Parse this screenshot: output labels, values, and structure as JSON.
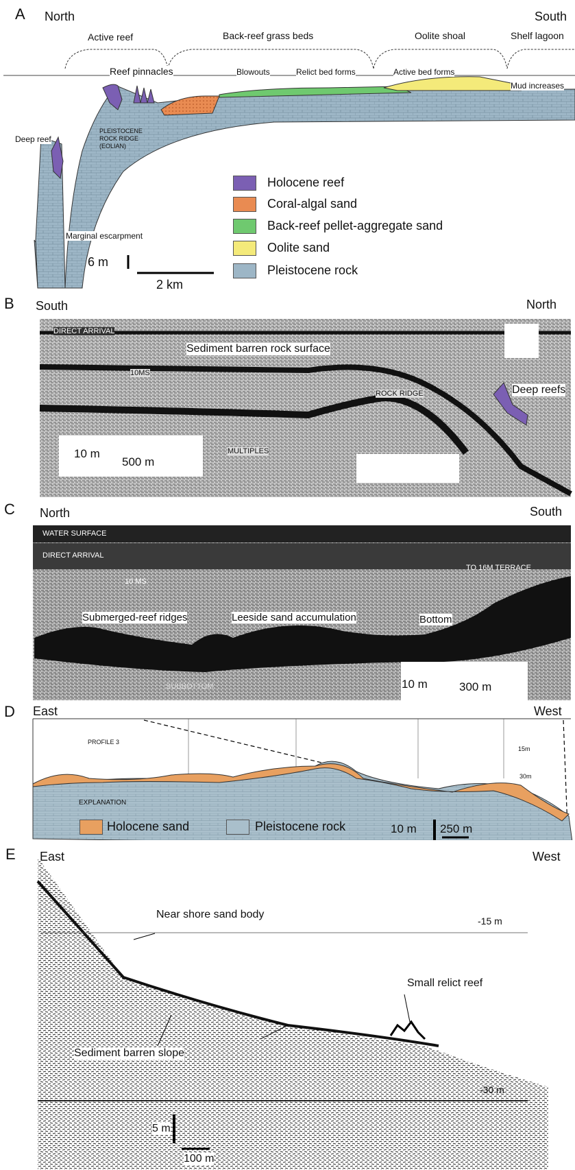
{
  "panelA": {
    "label": "A",
    "north": "North",
    "south": "South",
    "zones": [
      "Active reef",
      "Back-reef grass beds",
      "Oolite shoal",
      "Shelf lagoon"
    ],
    "features": {
      "reef_pinnacles": "Reef pinnacles",
      "blowouts": "Blowouts",
      "relict": "Relict bed forms",
      "active": "Active bed forms",
      "mud": "Mud increases",
      "deep_reef": "Deep reef",
      "ridge": "PLEISTOCENE ROCK RIDGE (EOLIAN)",
      "escarpment": "Marginal escarpment"
    },
    "legend": [
      {
        "label": "Holocene reef",
        "color": "#7b5fb3"
      },
      {
        "label": "Coral-algal sand",
        "color": "#e98b52"
      },
      {
        "label": "Back-reef pellet-aggregate sand",
        "color": "#6fc96f"
      },
      {
        "label": "Oolite sand",
        "color": "#f4ea7a"
      },
      {
        "label": "Pleistocene rock",
        "color": "#9db6c6"
      }
    ],
    "scale_v": "6 m",
    "scale_h": "2 km"
  },
  "panelB": {
    "label": "B",
    "left": "South",
    "right": "North",
    "direct": "DIRECT ARRIVAL",
    "barren": "Sediment barren rock surface",
    "ms": "10MS",
    "ridge": "ROCK RIDGE",
    "deep": "Deep reefs",
    "multiples": "MULTIPLES",
    "scale_v": "10 m",
    "scale_h": "500 m"
  },
  "panelC": {
    "label": "C",
    "left": "North",
    "right": "South",
    "water": "WATER SURFACE",
    "direct": "DIRECT ARRIVAL",
    "terrace": "TO 16M TERRACE",
    "ms": "10 MS",
    "ridges": "Submerged-reef ridges",
    "leeside": "Leeside sand accumulation",
    "bottom": "Bottom",
    "subbottom": "SUBBOTTOM",
    "scale_v": "10 m",
    "scale_h": "300 m"
  },
  "panelD": {
    "label": "D",
    "left": "East",
    "right": "West",
    "profile": "PROFILE 3",
    "d15": "15m",
    "d30": "30m",
    "explanation": "EXPLANATION",
    "legend": [
      {
        "label": "Holocene sand",
        "color": "#e8a060"
      },
      {
        "label": "Pleistocene rock",
        "color": "#a9bfcb"
      }
    ],
    "scale_v": "10 m",
    "scale_h": "250 m"
  },
  "panelE": {
    "label": "E",
    "left": "East",
    "right": "West",
    "sand": "Near shore sand body",
    "d15": "-15 m",
    "relict": "Small relict reef",
    "slope": "Sediment barren slope",
    "d30": "-30 m",
    "scale_v": "5 m",
    "scale_h": "100 m"
  }
}
